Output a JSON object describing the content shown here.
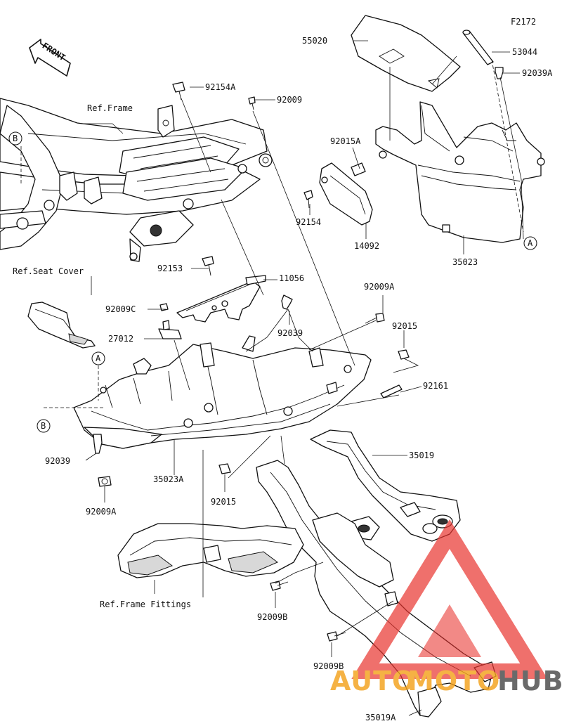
{
  "figure_code": "F2172",
  "front_label": "FRONT",
  "ref_labels": {
    "frame": "Ref.Frame",
    "seat_cover": "Ref.Seat Cover",
    "frame_fittings": "Ref.Frame Fittings"
  },
  "callouts": {
    "a_top": "A",
    "a_left": "A",
    "b_top": "B",
    "b_left": "B"
  },
  "parts": {
    "p55020": "55020",
    "p53044": "53044",
    "p92039A": "92039A",
    "p92154A": "92154A",
    "p92009": "92009",
    "p92015A": "92015A",
    "p92154": "92154",
    "p14092": "14092",
    "p35023": "35023",
    "p92153": "92153",
    "p11056": "11056",
    "p92009A_right": "92009A",
    "p92009C": "92009C",
    "p92039_mid": "92039",
    "p92015_right": "92015",
    "p27012": "27012",
    "p92161": "92161",
    "p35019": "35019",
    "p92039_left": "92039",
    "p35023A": "35023A",
    "p92009A_left": "92009A",
    "p92015_mid": "92015",
    "p92009B_1": "92009B",
    "p92009B_2": "92009B",
    "p35019A": "35019A"
  },
  "watermark": {
    "text_auto": "AUTO",
    "text_moto": "MOTO",
    "text_hub": "HUB",
    "colors": {
      "red": "#e8322d",
      "orange": "#f3a21c",
      "gray": "#4a4a4a"
    }
  }
}
